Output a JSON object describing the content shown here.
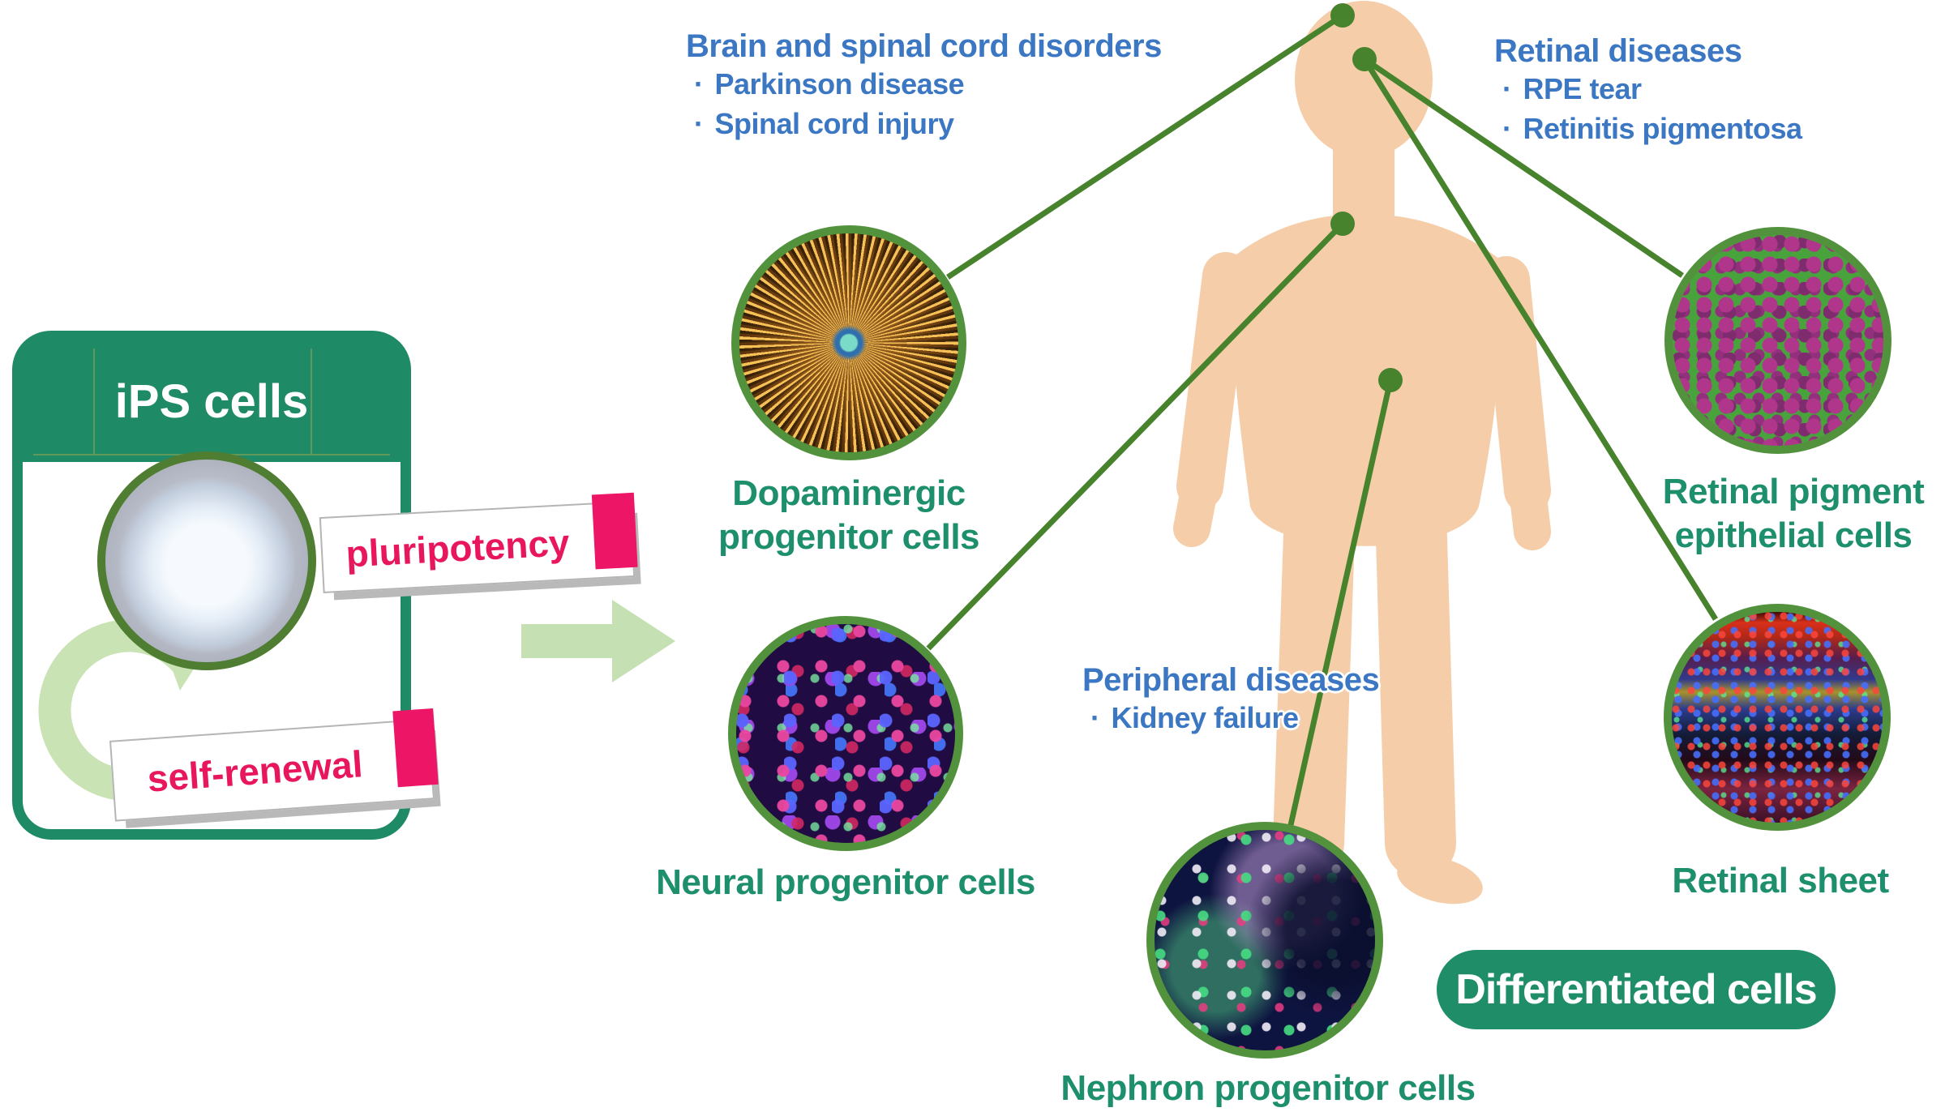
{
  "bullet_char": "·",
  "ips_box": {
    "title": "iPS cells",
    "dish_image": "phase-contrast micrograph of an iPS cell colony",
    "pluripotency_label": "pluripotency",
    "self_renewal_label": "self-renewal"
  },
  "diseases": {
    "brain": {
      "title": "Brain and spinal cord disorders",
      "b1": "Parkinson disease",
      "b2": "Spinal cord injury"
    },
    "retinal": {
      "title": "Retinal diseases",
      "b1": "RPE tear",
      "b2": "Retinitis pigmentosa"
    },
    "peripheral": {
      "title": "Peripheral diseases",
      "b1": "Kidney failure"
    }
  },
  "cells": {
    "dopaminergic": {
      "line1": "Dopaminergic",
      "line2": "progenitor cells",
      "image_desc": "fluorescence micrograph, radial orange fibers with teal center"
    },
    "neural": {
      "line1": "Neural progenitor cells",
      "image_desc": "fluorescence micrograph, dense purple-blue-red cells"
    },
    "rpe": {
      "line1": "Retinal pigment",
      "line2": "epithelial cells",
      "image_desc": "micrograph, magenta cobblestone cells with green borders"
    },
    "retinal_sheet": {
      "line1": "Retinal sheet",
      "image_desc": "fluorescence micrograph, layered red and blue retinal tissue"
    },
    "nephron": {
      "line1": "Nephron progenitor cells",
      "image_desc": "fluorescence micrograph, green-pink-white clusters on dark blue"
    }
  },
  "differentiated": {
    "label": "Differentiated cells"
  },
  "colors": {
    "blue_text": "#3b77c2",
    "green_text": "#1d8f6d",
    "box_green": "#1f8a66",
    "connector_green": "#47822c",
    "circle_border_green": "#53923d",
    "pink_text": "#e8175d",
    "pink_accent": "#ec1566",
    "light_green": "#c9e3b5",
    "skin": "#f6cda9"
  }
}
